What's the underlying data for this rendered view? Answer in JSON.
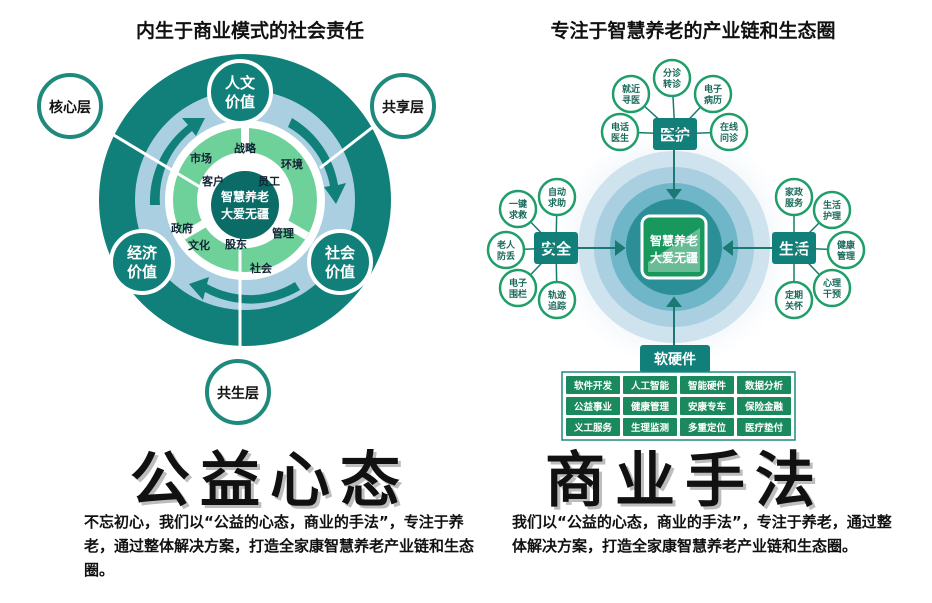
{
  "left": {
    "title": "内生于商业模式的社会责任",
    "center": [
      "智慧养老",
      "大爱无疆"
    ],
    "outer_nodes": {
      "top": [
        "人文",
        "价值"
      ],
      "left": [
        "经济",
        "价值"
      ],
      "right": [
        "社会",
        "价值"
      ]
    },
    "callouts": {
      "core": "核心层",
      "shared": "共享层",
      "cogrow": "共生层"
    },
    "ring_labels": {
      "market": "市场",
      "strategy": "战略",
      "environment": "环境",
      "customer": "客户",
      "employee": "员工",
      "policy": "政府",
      "culture": "文化",
      "shareholder": "股东",
      "management": "管理",
      "society": "社会"
    },
    "headline": "公益心态",
    "description": "不忘初心，我们以“公益的心态，商业的手法”，专注于养老，通过整体解决方案，打造全家康智慧养老产业链和生态圈。"
  },
  "right": {
    "title": "专注于智慧养老的产业链和生态圈",
    "center": [
      "智慧养老",
      "大爱无疆"
    ],
    "hubs": {
      "medical": "医护",
      "safety": "安全",
      "life": "生活",
      "hardware": "软硬件"
    },
    "medical_items": [
      [
        "就近",
        "寻医"
      ],
      [
        "分诊",
        "转诊"
      ],
      [
        "电子",
        "病历"
      ],
      [
        "电话",
        "医生"
      ],
      [
        "在线",
        "问诊"
      ]
    ],
    "safety_items": [
      [
        "一键",
        "求救"
      ],
      [
        "自动",
        "求助"
      ],
      [
        "老人",
        "防丢"
      ],
      [
        "电子",
        "围栏"
      ],
      [
        "轨迹",
        "追踪"
      ]
    ],
    "life_items": [
      [
        "家政",
        "服务"
      ],
      [
        "生活",
        "护理"
      ],
      [
        "健康",
        "管理"
      ],
      [
        "心理",
        "干预"
      ],
      [
        "定期",
        "关怀"
      ]
    ],
    "hardware_grid": [
      [
        "软件开发",
        "人工智能",
        "智能硬件",
        "数据分析"
      ],
      [
        "公益事业",
        "健康管理",
        "安康专车",
        "保险金融"
      ],
      [
        "义工服务",
        "生理监测",
        "多重定位",
        "医疗垫付"
      ]
    ],
    "headline": "商业手法",
    "description": "我们以“公益的心态，商业的手法”，专注于养老，通过整体解决方案，打造全家康智慧养老产业链和生态圈。"
  },
  "colors": {
    "teal": "#11807a",
    "green": "#1f9e6a",
    "light_ring": "#a9cfe0",
    "callout_border": "#1f8a7c"
  }
}
